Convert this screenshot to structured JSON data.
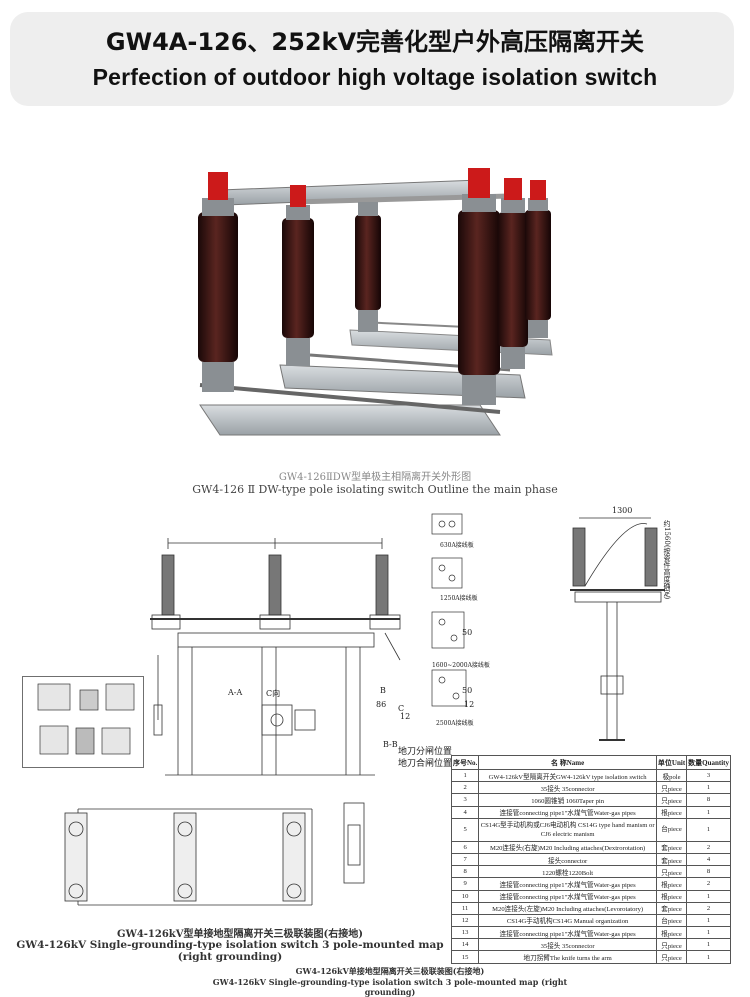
{
  "header": {
    "title_cn": "GW4A-126、252kV完善化型户外高压隔离开关",
    "title_en": "Perfection of outdoor high voltage isolation switch"
  },
  "photo_caption": {
    "line1": "GW4-126ⅡDW型单极主相隔离开关外形图",
    "line2": "GW4-126 Ⅱ DW-type pole isolating switch Outline the main phase"
  },
  "drawing_labels": {
    "dim_1300": "1300",
    "vertical_note": "约1560(按瓷件高度确定)",
    "aa": "A-A",
    "c1": "C向",
    "b": "B",
    "bb": "B-B",
    "c": "C",
    "dim_86": "86",
    "dim_12": "12",
    "dim_630": "630A接线板",
    "dim_1250": "1250A接线板",
    "dim_1600": "1600~2000A接线板",
    "dim_2500": "2500A接线板",
    "dim_50a": "50",
    "dim_50b": "50",
    "dim_12b": "12",
    "legend_open": "地刀分闸位置",
    "legend_close": "地刀合闸位置"
  },
  "bom": {
    "headers": [
      "序号No.",
      "名 称Name",
      "单位Unit",
      "数量Quantity"
    ],
    "rows": [
      {
        "no": "1",
        "name": "GW4-126kV型隔离开关GW4-126kV type isolation switch",
        "unit": "极pole",
        "qty": "3"
      },
      {
        "no": "2",
        "name": "35接头 35connector",
        "unit": "只piece",
        "qty": "1"
      },
      {
        "no": "3",
        "name": "1060圆锥销 1060Taper pin",
        "unit": "只piece",
        "qty": "8"
      },
      {
        "no": "4",
        "name": "连接管connecting pipe1\"水煤气管Water-gas pipes",
        "unit": "根piece",
        "qty": "1"
      },
      {
        "no": "5",
        "name": "CS14G型手动机构或CJ6电动机构 CS14G type hand manism or CJ6 electric manism",
        "unit": "台piece",
        "qty": "1"
      },
      {
        "no": "6",
        "name": "M20连接头(右旋)M20 Including attaches(Dextrorotation)",
        "unit": "套piece",
        "qty": "2"
      },
      {
        "no": "7",
        "name": "接头connector",
        "unit": "套piece",
        "qty": "4"
      },
      {
        "no": "8",
        "name": "1220螺栓1220Bolt",
        "unit": "只piece",
        "qty": "8"
      },
      {
        "no": "9",
        "name": "连接管connecting pipe1\"水煤气管Water-gas pipes",
        "unit": "根piece",
        "qty": "2"
      },
      {
        "no": "10",
        "name": "连接管connecting pipe1\"水煤气管Water-gas pipes",
        "unit": "根piece",
        "qty": "1"
      },
      {
        "no": "11",
        "name": "M20连接头(左旋)M20 Including attaches(Levorotatory)",
        "unit": "套piece",
        "qty": "2"
      },
      {
        "no": "12",
        "name": "CS14G手动机构CS14G Manual organization",
        "unit": "台piece",
        "qty": "1"
      },
      {
        "no": "13",
        "name": "连接管connecting pipe1\"水煤气管Water-gas pipes",
        "unit": "根piece",
        "qty": "1"
      },
      {
        "no": "14",
        "name": "35接头 35connector",
        "unit": "只piece",
        "qty": "1"
      },
      {
        "no": "15",
        "name": "地刀拐臂The knife turns the arm",
        "unit": "只piece",
        "qty": "1"
      }
    ]
  },
  "bottom_left_caption": {
    "line1": "GW4-126kV型单接地型隔离开关三极联装图(右接地)",
    "line2": "GW4-126kV Single-grounding-type isolation switch 3 pole-mounted map (right grounding)"
  },
  "bottom_caption": {
    "line1": "GW4-126kV单接地型隔离开关三极联装图(右接地)",
    "line2": "GW4-126kV Single-grounding-type isolation switch 3 pole-mounted map (right grounding)"
  }
}
